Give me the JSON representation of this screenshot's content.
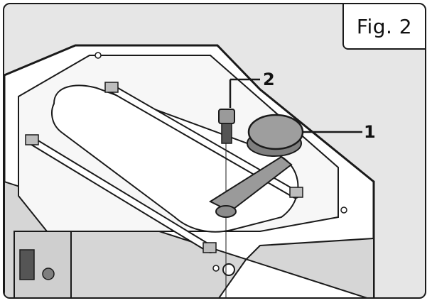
{
  "figure": {
    "label": "Fig. 2"
  },
  "callouts": [
    {
      "number": "1"
    },
    {
      "number": "2"
    }
  ],
  "colors": {
    "background": "#e6e6e6",
    "machine_top": "#ffffff",
    "outline": "#1a1a1a",
    "knob": "#8c8c8c",
    "handle": "#9a9a9a"
  }
}
